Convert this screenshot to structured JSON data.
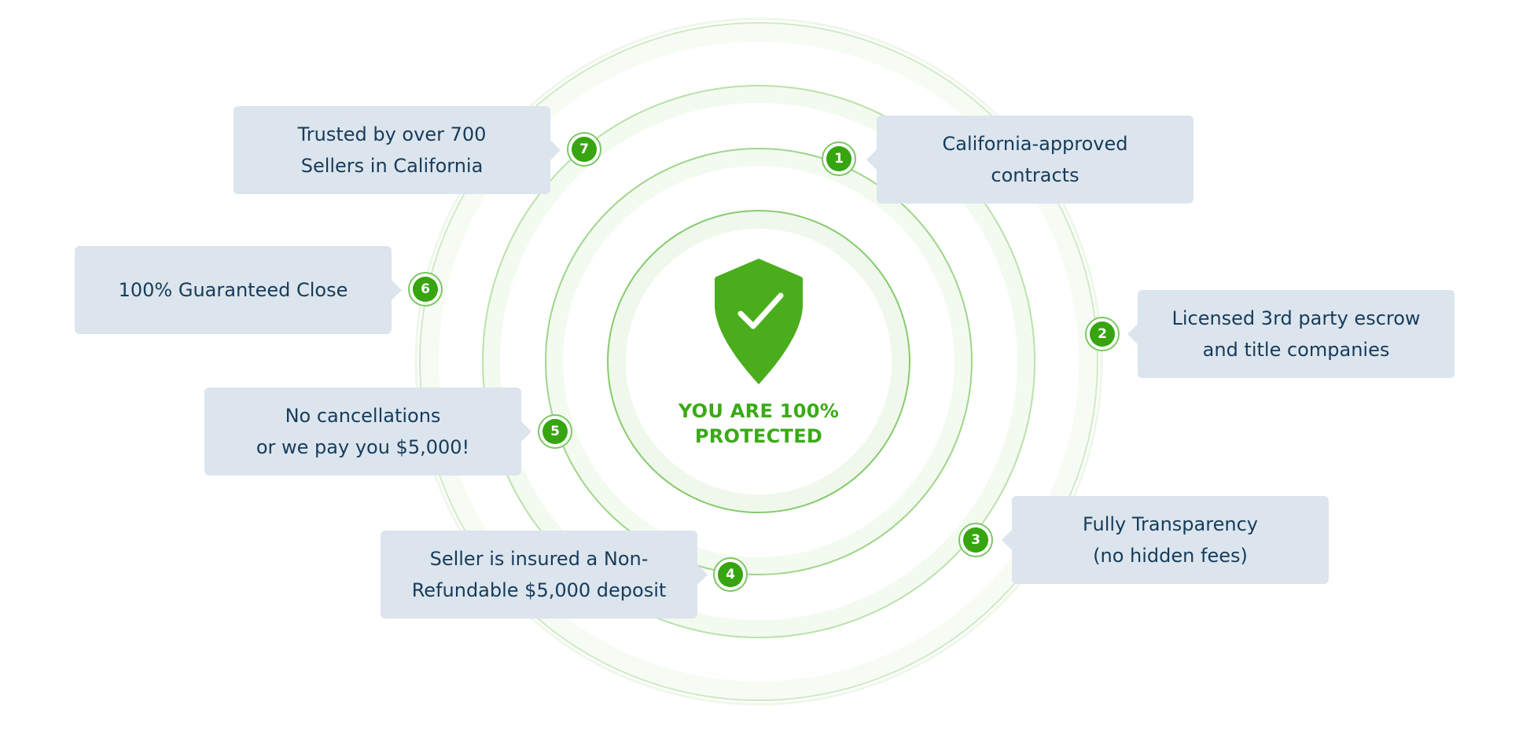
{
  "center": {
    "line1": "YOU ARE 100%",
    "line2": "PROTECTED",
    "icon": "shield-check-icon"
  },
  "colors": {
    "accent_green": "#36a50f",
    "ring_green": "#7cc765",
    "card_bg": "#dce5ed",
    "card_text": "#163b5c"
  },
  "items": [
    {
      "number": "1",
      "line1": "California-approved",
      "line2": "contracts"
    },
    {
      "number": "2",
      "line1": "Licensed 3rd party escrow",
      "line2": "and title companies"
    },
    {
      "number": "3",
      "line1": "Fully Transparency",
      "line2": "(no hidden fees)"
    },
    {
      "number": "4",
      "line1": "Seller is insured a Non-",
      "line2": "Refundable $5,000 deposit"
    },
    {
      "number": "5",
      "line1": "No cancellations",
      "line2": "or we pay you $5,000!"
    },
    {
      "number": "6",
      "line1": "100% Guaranteed Close",
      "line2": ""
    },
    {
      "number": "7",
      "line1": "Trusted by over 700",
      "line2": "Sellers in California"
    }
  ]
}
